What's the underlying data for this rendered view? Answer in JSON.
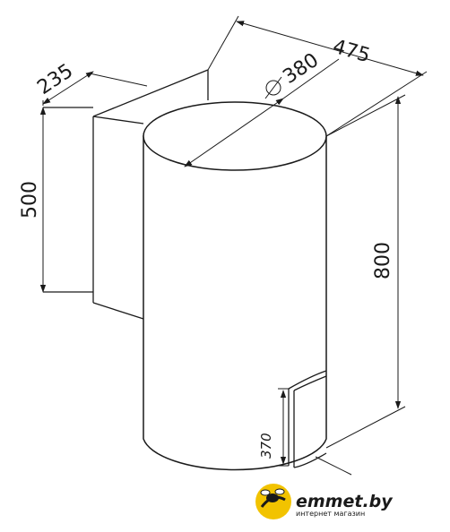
{
  "dimensions": {
    "total_depth": "475",
    "wall_depth": "235",
    "diameter": "380",
    "wall_height": "500",
    "total_height": "800",
    "control_height": "370"
  },
  "logo": {
    "name": "emmet.by",
    "tagline": "интернет магазин",
    "accent_color": "#f2c300"
  }
}
